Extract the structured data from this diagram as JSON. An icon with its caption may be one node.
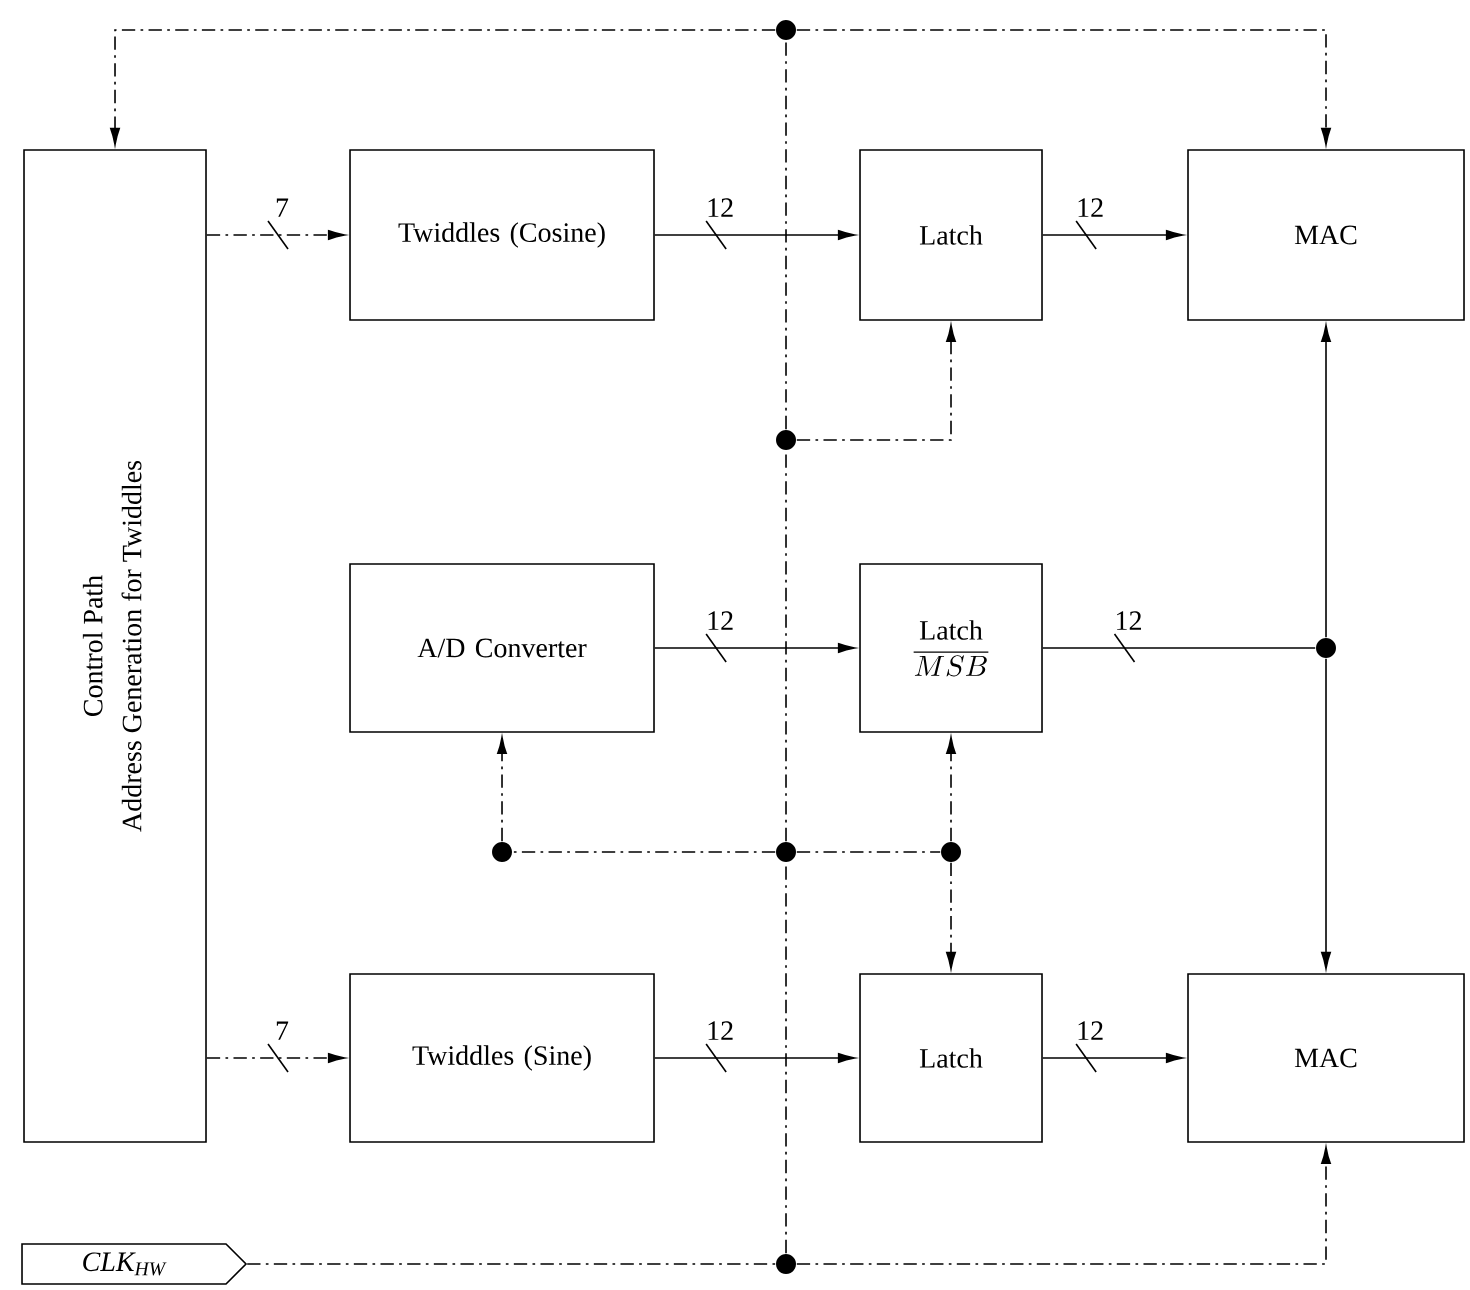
{
  "diagram": {
    "nodes": [
      {
        "text": [
          "Control Path",
          "Address Generation for Twiddles"
        ]
      },
      {
        "text": [
          "Twiddles (Cosine)"
        ]
      },
      {
        "text": [
          "Latch"
        ]
      },
      {
        "text": [
          "MAC"
        ]
      },
      {
        "text": [
          "A/D Converter"
        ]
      },
      {
        "text": [
          "Latch",
          "\\overline{MSB}"
        ]
      },
      {
        "text": [
          "Twiddles (Sine)"
        ]
      },
      {
        "text": [
          "Latch"
        ]
      },
      {
        "text": [
          "MAC"
        ]
      },
      {
        "text": [
          "CLK$_{HW}$"
        ]
      },
      {
        "text": [],
        "shape": "circle"
      },
      {
        "text": [],
        "shape": "circle"
      },
      {
        "text": [],
        "shape": "circle"
      },
      {
        "text": [],
        "shape": "circle"
      },
      {
        "text": [],
        "shape": "circle"
      },
      {
        "text": [],
        "shape": "circle"
      },
      {
        "text": [],
        "shape": "circle"
      }
    ],
    "edges": [
      {
        "from": 0,
        "to": 1,
        "arrow": "to",
        "style": "dashed",
        "label": "7"
      },
      {
        "from": 1,
        "to": 2,
        "arrow": "to",
        "label": "12"
      },
      {
        "from": 2,
        "to": 3,
        "arrow": "to",
        "label": "12"
      },
      {
        "from": 4,
        "to": 5,
        "arrow": "to",
        "label": "12"
      },
      {
        "from": 5,
        "to": 12,
        "arrow": "none",
        "label": "12"
      },
      {
        "from": 12,
        "to": 3,
        "arrow": "to"
      },
      {
        "from": 12,
        "to": 8,
        "arrow": "to"
      },
      {
        "from": 0,
        "to": 6,
        "arrow": "to",
        "style": "dashed",
        "label": "7"
      },
      {
        "from": 6,
        "to": 7,
        "arrow": "to",
        "label": "12"
      },
      {
        "from": 7,
        "to": 8,
        "arrow": "to",
        "label": "12"
      },
      {
        "from": 9,
        "to": 16,
        "arrow": "none",
        "style": "dashed"
      },
      {
        "from": 16,
        "to": 8,
        "arrow": "to",
        "style": "dashed"
      },
      {
        "from": 16,
        "to": 14,
        "arrow": "none",
        "style": "dashed"
      },
      {
        "from": 14,
        "to": 11,
        "arrow": "none",
        "style": "dashed"
      },
      {
        "from": 11,
        "to": 10,
        "arrow": "none",
        "style": "dashed"
      },
      {
        "from": 10,
        "to": 0,
        "arrow": "to",
        "style": "dashed"
      },
      {
        "from": 10,
        "to": 3,
        "arrow": "to",
        "style": "dashed"
      },
      {
        "from": 11,
        "to": 2,
        "arrow": "to",
        "style": "dashed"
      },
      {
        "from": 14,
        "to": 13,
        "arrow": "none",
        "style": "dashed"
      },
      {
        "from": 14,
        "to": 15,
        "arrow": "none",
        "style": "dashed"
      },
      {
        "from": 13,
        "to": 4,
        "arrow": "to",
        "style": "dashed"
      },
      {
        "from": 15,
        "to": 5,
        "arrow": "to",
        "style": "dashed"
      },
      {
        "from": 15,
        "to": 7,
        "arrow": "to",
        "style": "dashed"
      }
    ]
  }
}
